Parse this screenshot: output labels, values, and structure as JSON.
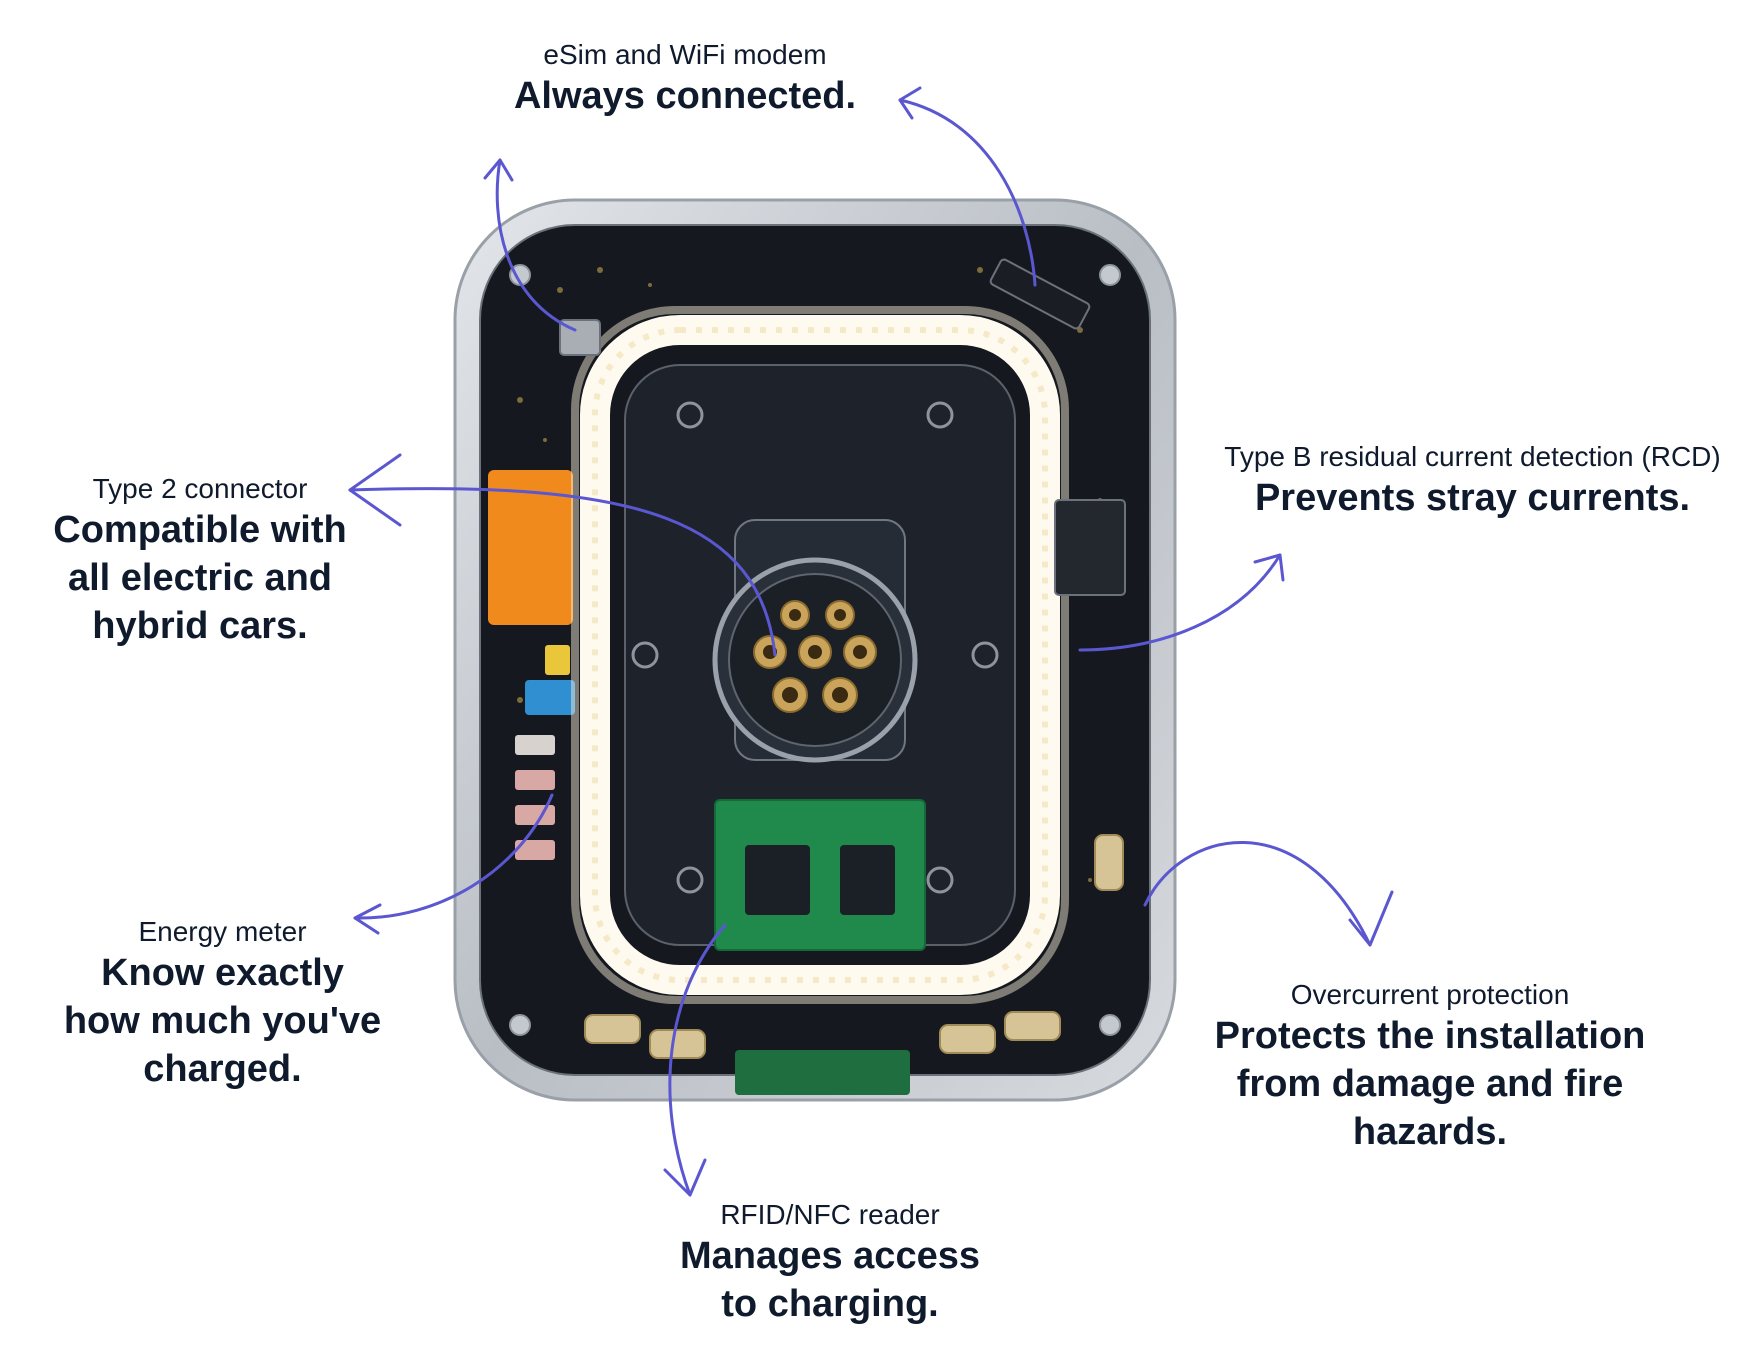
{
  "callouts": {
    "modem": {
      "sub": "eSim and WiFi modem",
      "head": "Always connected."
    },
    "connector": {
      "sub": "Type 2 connector",
      "head": "Compatible with\nall electric and\nhybrid cars."
    },
    "rcd": {
      "sub": "Type B residual current detection (RCD)",
      "head": "Prevents stray currents."
    },
    "meter": {
      "sub": "Energy meter",
      "head": "Know exactly\nhow much you've\ncharged."
    },
    "overcurrent": {
      "sub": "Overcurrent protection",
      "head": "Protects the installation\nfrom damage and fire\nhazards."
    },
    "rfid": {
      "sub": "RFID/NFC reader",
      "head": "Manages access\nto charging."
    }
  },
  "colors": {
    "arrow": "#5b57d1",
    "text": "#0f1b2d",
    "housing": "#cfd3d8",
    "board": "#15191f",
    "led": "#fffaf0",
    "orange": "#f08a1c",
    "pcb_green": "#1f8a4c",
    "brass": "#c9a45a"
  }
}
